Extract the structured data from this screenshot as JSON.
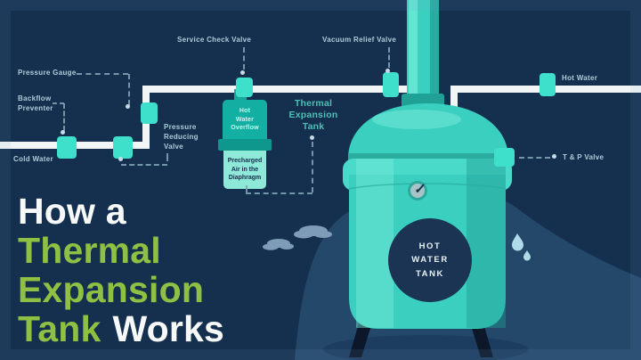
{
  "theme": {
    "background": "#152F4F",
    "mound": "#24486A",
    "pipe": "#F2F5F5",
    "valve": "#3EE0CB",
    "tank": "#3BCFBF",
    "tank_light": "#79EBD9",
    "tank_dark": "#1F9C92",
    "navy_circle": "#1B3453",
    "label": "#AECBD6",
    "callout_teal": "#4DBFB4",
    "title_green": "#8FC043",
    "title_white": "#F7F9F9",
    "cloud": "#7E9CB7",
    "droplet": "#AFDAEA",
    "exp_top": "#14AFA3",
    "exp_bottom": "#8FE9D9",
    "exp_text_light": "#C9F6EC",
    "exp_text_dark": "#14304E",
    "dash": "#7FA2B4",
    "leg": "#0C1829"
  },
  "title": {
    "prefix": "How a",
    "word1": "Thermal",
    "word2": "Expansion",
    "word3": "Tank",
    "suffix": "Works"
  },
  "callouts": {
    "pressure_gauge": "Pressure Gauge",
    "backflow_preventer": "Backflow\nPreventer",
    "cold_water": "Cold Water",
    "pressure_reducing_valve": "Pressure\nReducing\nValve",
    "service_check_valve": "Service Check Valve",
    "vacuum_relief_valve": "Vacuum Relief Valve",
    "thermal_expansion_tank": "Thermal\nExpansion\nTank",
    "hot_water": "Hot Water",
    "tp_valve": "T & P Valve"
  },
  "expansion_tank": {
    "top_label": "Hot\nWater\nOverflow",
    "bottom_label": "Precharged\nAir in the\nDiaphragm"
  },
  "hot_water_tank": {
    "label": "HOT\nWATER\nTANK"
  },
  "icons": {
    "gauge_icon": "dial-with-needle",
    "cloud_icon": "cloud",
    "droplet_icon": "water-drop"
  }
}
